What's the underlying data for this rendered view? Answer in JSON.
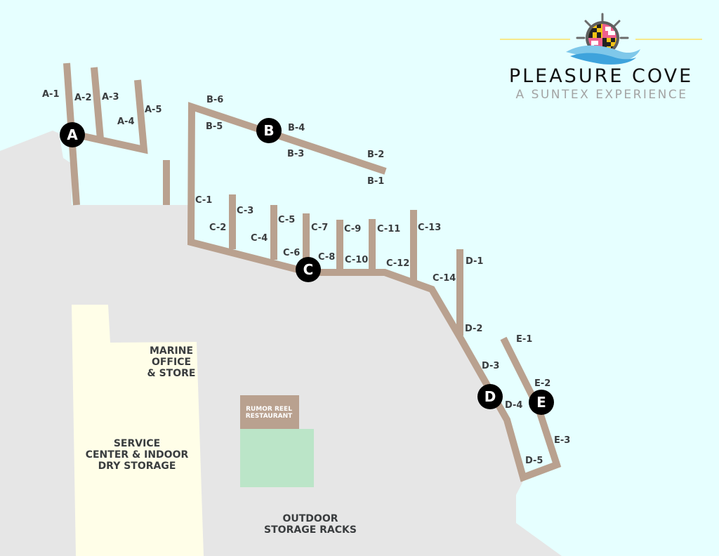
{
  "logo": {
    "title": "PLEASURE COVE",
    "subtitle": "A SUNTEX EXPERIENCE",
    "icon": "ships-wheel-maryland-flag-icon"
  },
  "colors": {
    "water": "#e6ffff",
    "land": "#e6e6e6",
    "dock": "#b9a18f",
    "building_yellow": "#fffee8",
    "restaurant": "#b9a18f",
    "green_area": "#bbe5c8",
    "label_text": "#3a3d3f",
    "marker_fill": "#000000"
  },
  "piers": [
    {
      "id": "A",
      "letter": "A",
      "slips": [
        "A-1",
        "A-2",
        "A-3",
        "A-4",
        "A-5"
      ]
    },
    {
      "id": "B",
      "letter": "B",
      "slips": [
        "B-1",
        "B-2",
        "B-3",
        "B-4",
        "B-5",
        "B-6"
      ]
    },
    {
      "id": "C",
      "letter": "C",
      "slips": [
        "C-1",
        "C-2",
        "C-3",
        "C-4",
        "C-5",
        "C-6",
        "C-7",
        "C-8",
        "C-9",
        "C-10",
        "C-11",
        "C-12",
        "C-13",
        "C-14"
      ]
    },
    {
      "id": "D",
      "letter": "D",
      "slips": [
        "D-1",
        "D-2",
        "D-3",
        "D-4",
        "D-5"
      ]
    },
    {
      "id": "E",
      "letter": "E",
      "slips": [
        "E-1",
        "E-2",
        "E-3"
      ]
    }
  ],
  "buildings": {
    "marine_office": [
      "MARINE",
      "OFFICE",
      "& STORE"
    ],
    "service_center": [
      "SERVICE",
      "CENTER & INDOOR",
      "DRY STORAGE"
    ],
    "restaurant": [
      "RUMOR REEL",
      "RESTAURANT"
    ],
    "outdoor_storage": [
      "OUTDOOR",
      "STORAGE RACKS"
    ]
  }
}
